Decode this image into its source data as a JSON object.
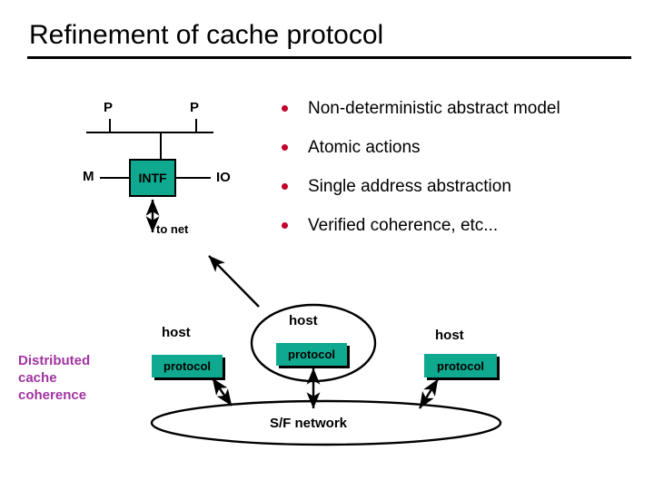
{
  "slide": {
    "title": "Refinement of cache protocol"
  },
  "node_diagram": {
    "processor_left_label": "P",
    "processor_right_label": "P",
    "memory_label": "M",
    "io_label": "IO",
    "interface_label": "INTF",
    "to_net_label": "to net"
  },
  "bullets": [
    {
      "text": "Non-deterministic abstract model"
    },
    {
      "text": "Atomic actions"
    },
    {
      "text": "Single address abstraction"
    },
    {
      "text": "Verified coherence, etc..."
    }
  ],
  "distributed_diagram": {
    "caption": "Distributed\ncache\ncoherence",
    "host_left_label": "host",
    "host_mid_label": "host",
    "host_right_label": "host",
    "protocol_left_label": "protocol",
    "protocol_mid_label": "protocol",
    "protocol_right_label": "protocol",
    "network_label": "S/F network"
  },
  "colors": {
    "teal_fill": "#0FA98F",
    "bullet_marker": "#C00028",
    "caption_purple": "#A034A0",
    "ink": "#000000",
    "background": "#FFFFFF"
  }
}
